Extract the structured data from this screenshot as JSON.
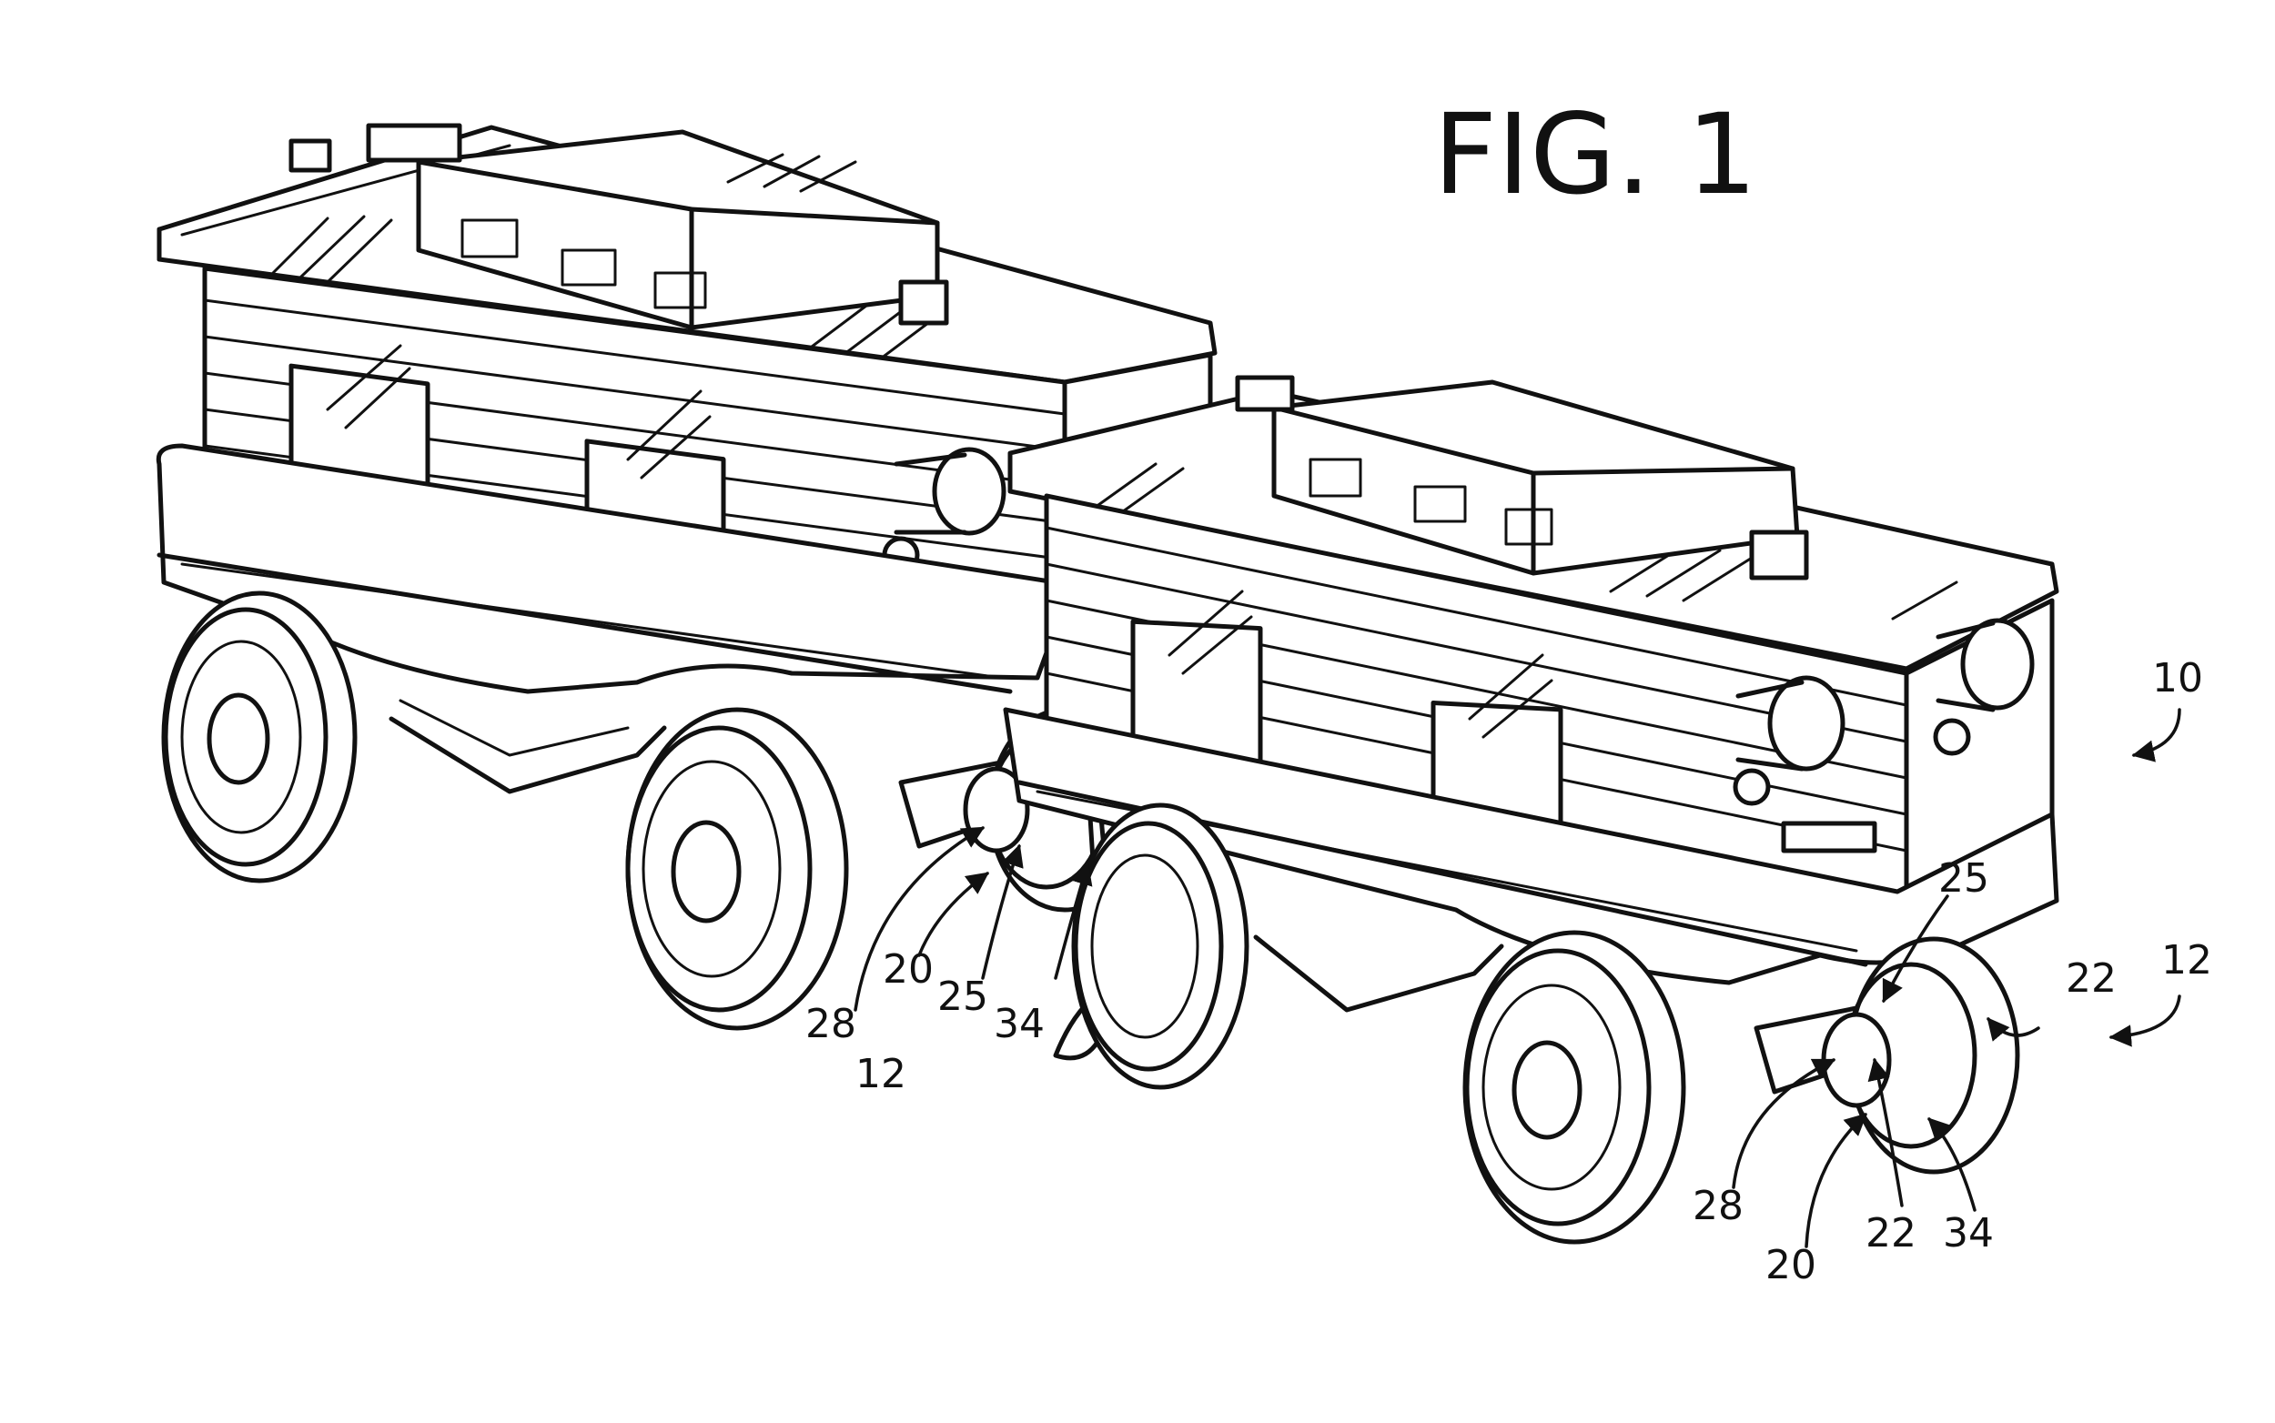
{
  "figure": {
    "title": "FIG. 1"
  },
  "labels": {
    "left_car": {
      "ref_28": "28",
      "ref_20": "20",
      "ref_25": "25",
      "ref_34": "34",
      "ref_12": "12"
    },
    "right_car": {
      "ref_25": "25",
      "ref_22_upper": "22",
      "ref_12": "12",
      "ref_28": "28",
      "ref_20": "20",
      "ref_22_lower": "22",
      "ref_34": "34"
    },
    "assembly": {
      "ref_10": "10"
    }
  },
  "colors": {
    "ink": "#111111",
    "paper": "#ffffff"
  }
}
